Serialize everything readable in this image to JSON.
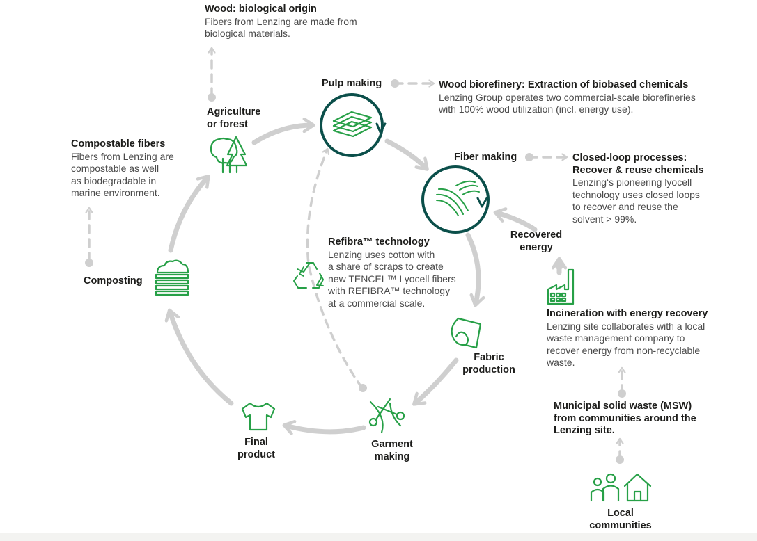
{
  "colors": {
    "accent_green": "#27a047",
    "dark_teal": "#0b4f4a",
    "arrow_gray": "#cfcfcf",
    "text_dark": "#1d1d1b",
    "text_body": "#4a4a4a"
  },
  "wood": {
    "title": "Wood: biological origin",
    "desc": "Fibers from Lenzing are made from\nbiological materials."
  },
  "agriculture": {
    "label": "Agriculture\nor forest",
    "icon": "trees-icon"
  },
  "pulp": {
    "label": "Pulp making",
    "icon": "pulp-sheets-icon"
  },
  "biorefinery": {
    "title": "Wood biorefinery: Extraction of biobased chemicals",
    "desc": "Lenzing Group operates two commercial-scale biorefineries\nwith 100% wood utilization (incl. energy use)."
  },
  "fiber": {
    "label": "Fiber making",
    "icon": "fibers-icon"
  },
  "closed_loop": {
    "title": "Closed-loop processes:\nRecover & reuse chemicals",
    "desc": "Lenzing‘s pioneering lyocell\ntechnology uses closed loops\nto recover and reuse the\nsolvent > 99%."
  },
  "recovered_energy": {
    "label": "Recovered\nenergy"
  },
  "incineration": {
    "title": "Incineration with energy recovery",
    "desc": "Lenzing site collaborates with a local\nwaste management company to\nrecover energy from non-recyclable\nwaste.",
    "icon": "factory-icon"
  },
  "msw": {
    "title": "Municipal solid waste (MSW)\nfrom communities around the\nLenzing site."
  },
  "local": {
    "label": "Local\ncommunities",
    "icon": "people-house-icon"
  },
  "fabric": {
    "label": "Fabric\nproduction",
    "icon": "fabric-roll-icon"
  },
  "garment": {
    "label": "Garment\nmaking",
    "icon": "scissors-icon"
  },
  "final": {
    "label": "Final\nproduct",
    "icon": "tshirt-icon"
  },
  "composting": {
    "label": "Composting",
    "icon": "compost-icon"
  },
  "compostable": {
    "title": "Compostable fibers",
    "desc": "Fibers from Lenzing are\ncompostable as well\nas biodegradable in\nmarine environment."
  },
  "refibra": {
    "title": "Refibra™ technology",
    "desc": "Lenzing uses cotton with\na share of scraps to create\nnew TENCEL™ Lyocell fibers\nwith REFIBRA™ technology\nat a commercial scale.",
    "icon": "recycle-icon"
  }
}
